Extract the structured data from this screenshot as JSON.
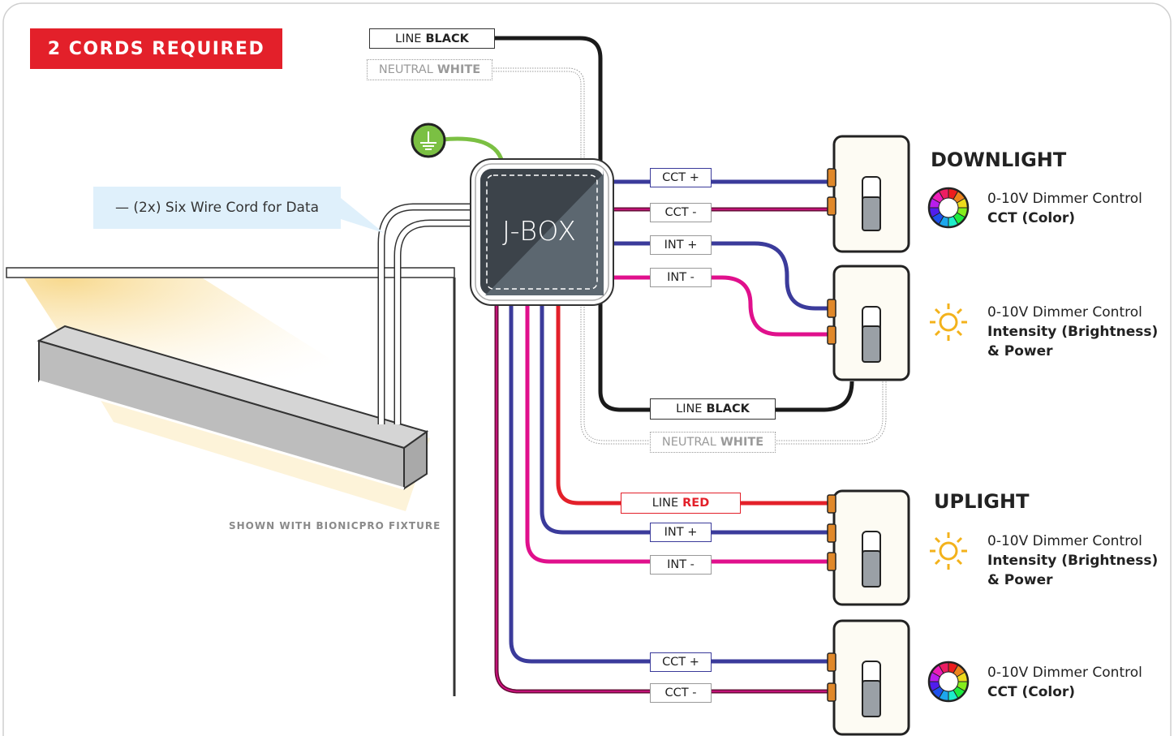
{
  "banner": "2 CORDS REQUIRED",
  "callout": "— (2x) Six Wire Cord for Data",
  "caption": "SHOWN WITH BIONICPRO FIXTURE",
  "jbox": "J-BOX",
  "labels": {
    "line": "LINE",
    "black": "BLACK",
    "neutral": "NEUTRAL",
    "white": "WHITE",
    "red": "RED",
    "cct_plus": "CCT +",
    "cct_minus": "CCT -",
    "int_plus": "INT +",
    "int_minus": "INT -"
  },
  "downlight": {
    "title": "DOWNLIGHT",
    "cct": {
      "line1": "0-10V Dimmer Control",
      "line2": "CCT (Color)"
    },
    "intensity": {
      "line1": "0-10V Dimmer Control",
      "line2": "Intensity (Brightness)",
      "line3": "& Power"
    }
  },
  "uplight": {
    "title": "UPLIGHT",
    "intensity": {
      "line1": "0-10V Dimmer Control",
      "line2": "Intensity (Brightness)",
      "line3": "& Power"
    },
    "cct": {
      "line1": "0-10V Dimmer Control",
      "line2": "CCT (Color)"
    }
  },
  "icons": {
    "ground": "ground-icon",
    "color_wheel": "color-wheel-icon",
    "sun": "sun-icon",
    "dimmer_switch": "dimmer-switch-icon"
  },
  "colors": {
    "banner": "#e3202a",
    "line_black": "#1a1a1a",
    "line_red": "#e3202a",
    "int_wire": "#3b3b9b",
    "int_minus_wire": "#e0108c",
    "cct_wire": "#6a0f3a",
    "ground_wire": "#7bc043",
    "callout_bg": "#dff0fb"
  }
}
